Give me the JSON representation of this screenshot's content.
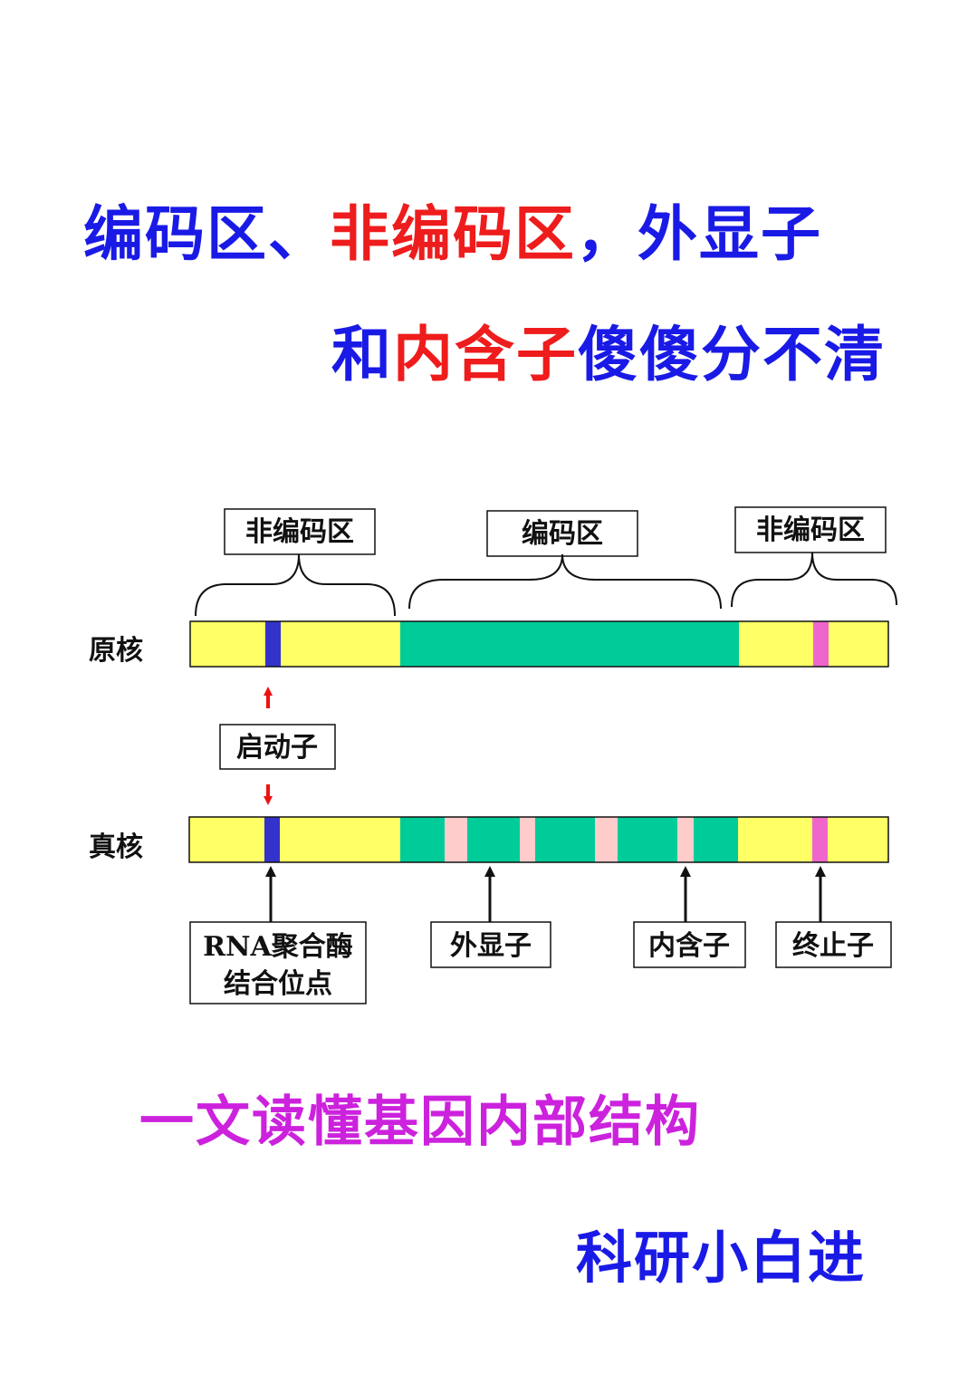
{
  "title": {
    "line1": [
      {
        "text": "编码区、",
        "color": "#1a1ae6"
      },
      {
        "text": "非编码区",
        "color": "#ee1c1c"
      },
      {
        "text": "，外显子",
        "color": "#1a1ae6"
      }
    ],
    "line2": [
      {
        "text": "和",
        "color": "#1a1ae6"
      },
      {
        "text": "内含子",
        "color": "#ee1c1c"
      },
      {
        "text": "傻傻分不清",
        "color": "#1a1ae6"
      }
    ]
  },
  "diagram": {
    "region_labels": {
      "left_noncoding": "非编码区",
      "coding": "编码区",
      "right_noncoding": "非编码区"
    },
    "row_labels": {
      "prokaryote": "原核",
      "eukaryote": "真核"
    },
    "promoter_label": "启动子",
    "bottom_labels": {
      "rna_pol_line1": "RNA聚合酶",
      "rna_pol_line2": "结合位点",
      "exon": "外显子",
      "intron": "内含子",
      "terminator": "终止子"
    },
    "colors": {
      "noncoding": "#ffff66",
      "coding": "#00cc99",
      "promoter_site": "#3333cc",
      "terminator_site": "#ee66cc",
      "intron": "#ffcccc",
      "arrow_red": "#ee1111",
      "arrow_black": "#111111"
    }
  },
  "subtitle": "一文读懂基因内部结构",
  "author": "科研小白进",
  "colors": {
    "blue": "#1a1ae6",
    "red": "#ee1c1c",
    "magenta": "#cc22dd"
  }
}
